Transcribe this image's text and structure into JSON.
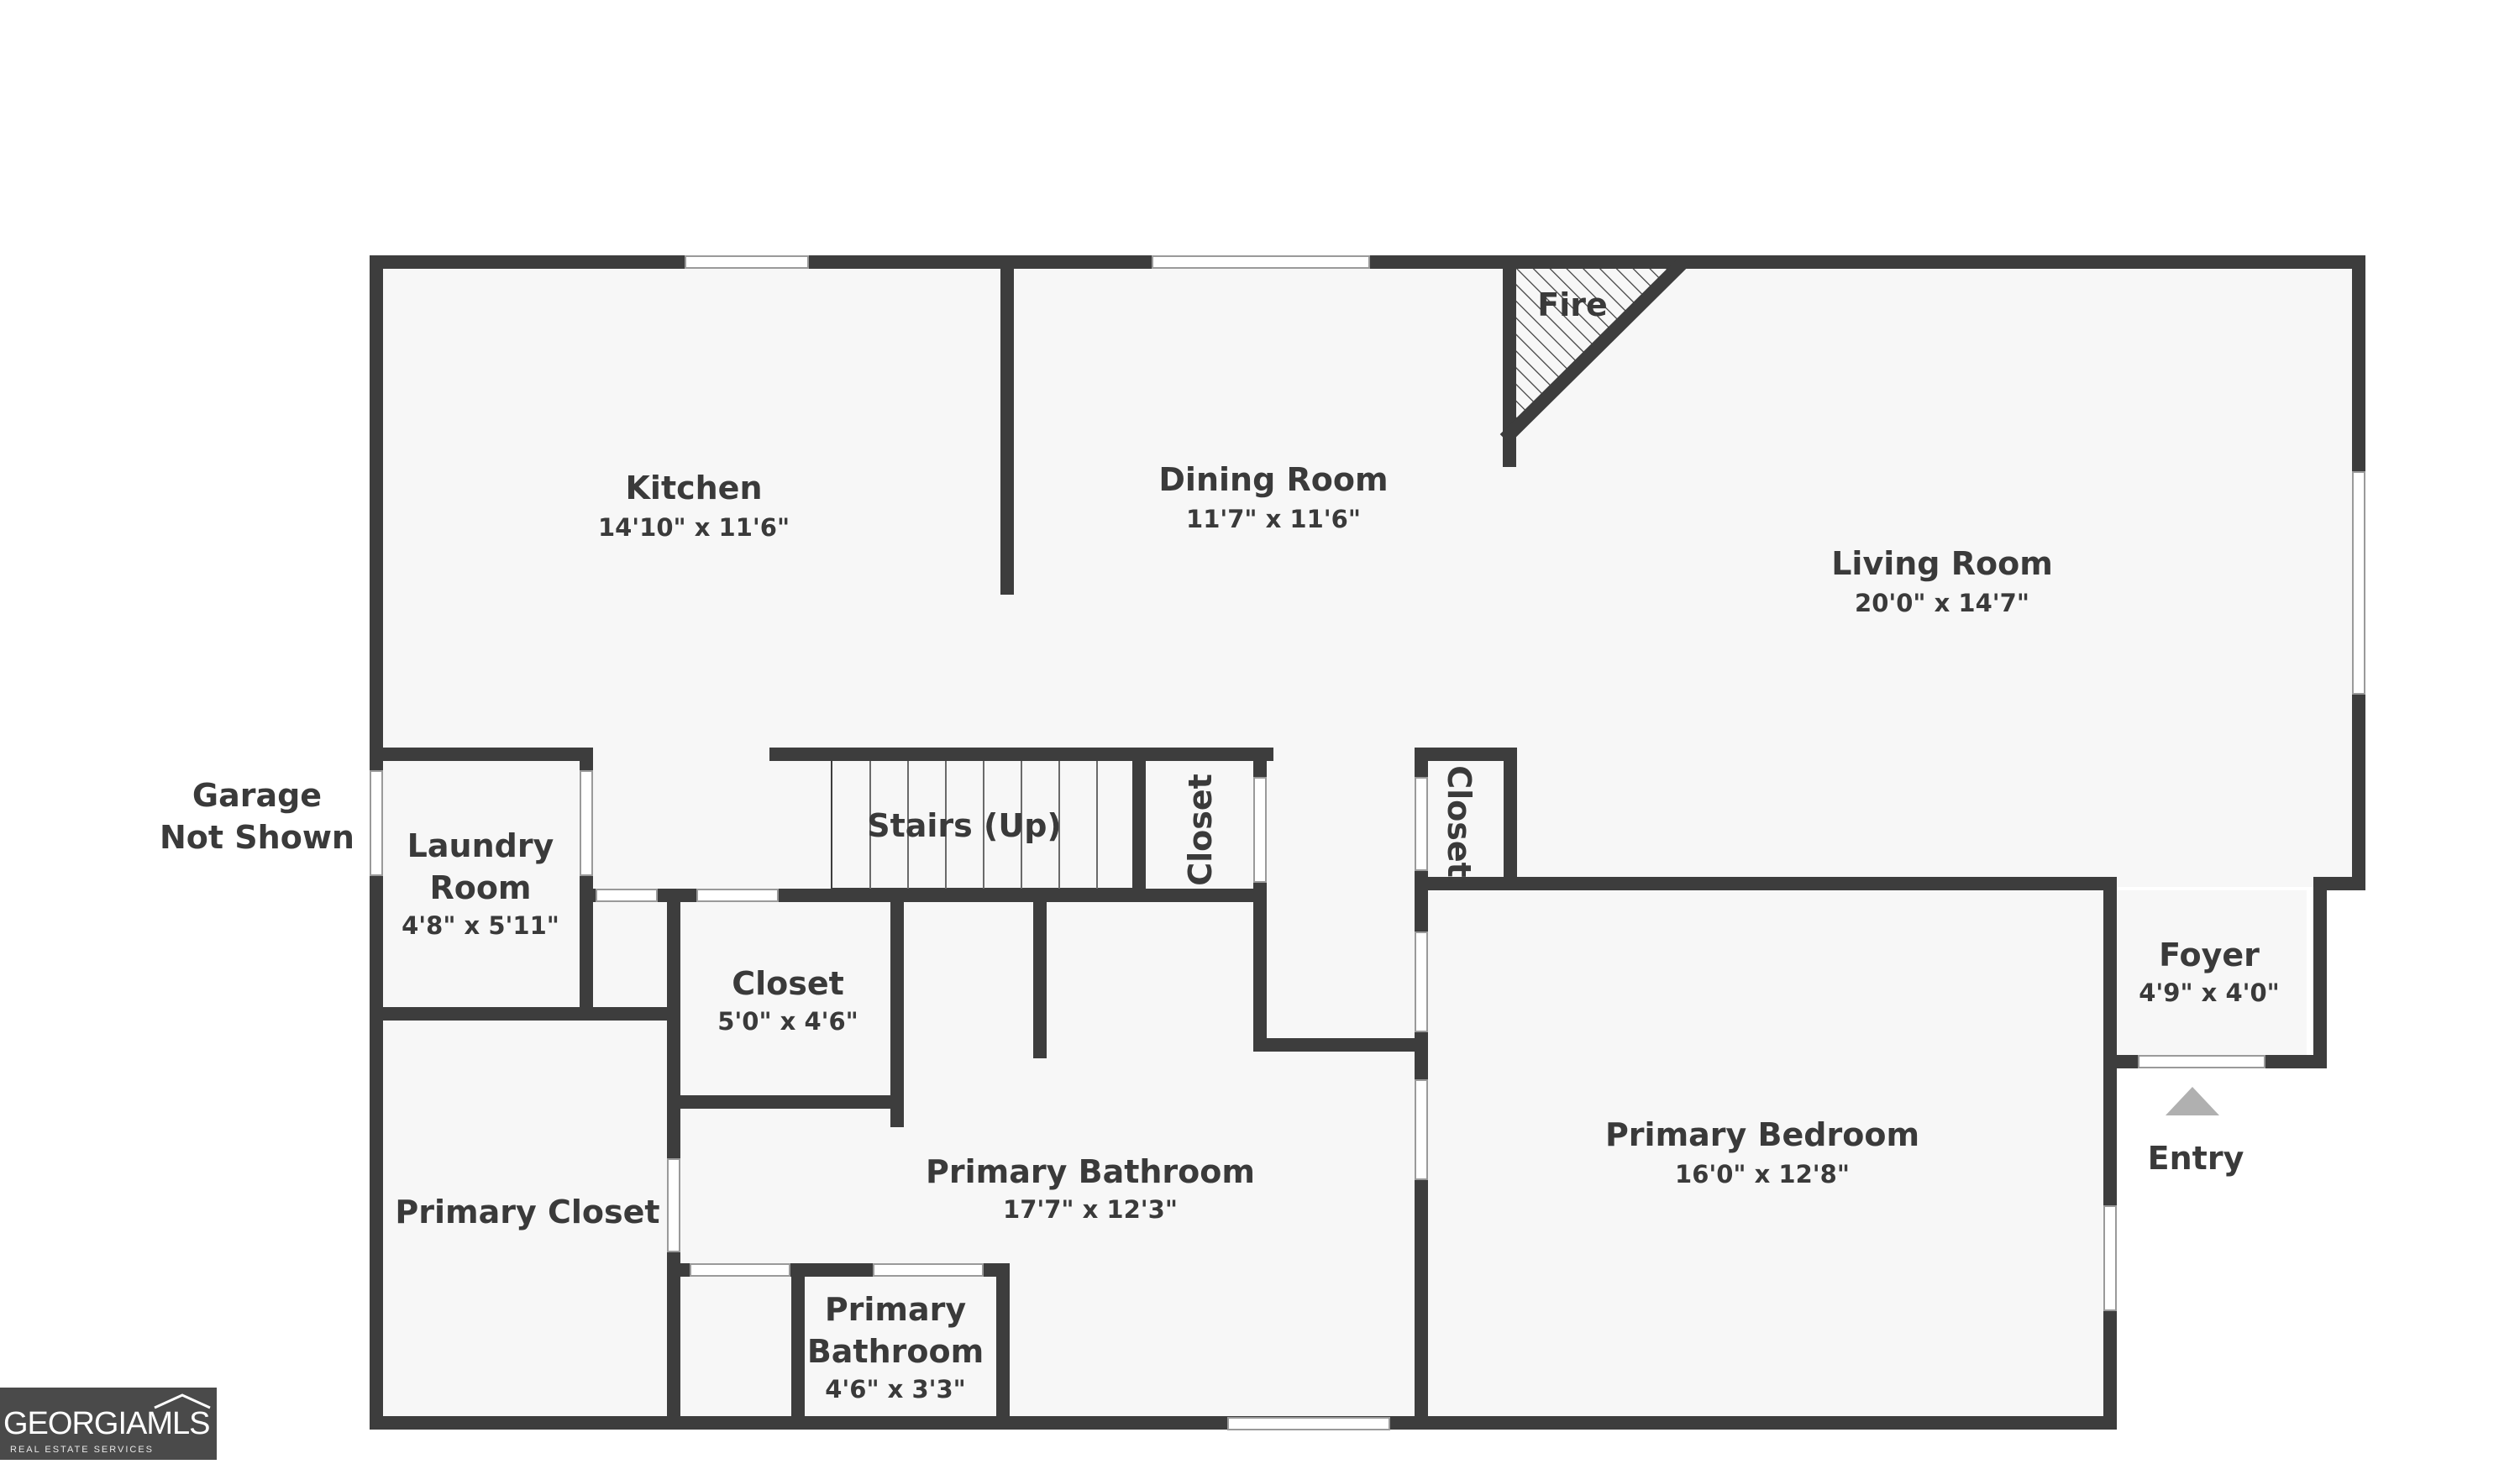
{
  "rooms": {
    "kitchen": {
      "name": "Kitchen",
      "dims": "14'10\" x 11'6\""
    },
    "dining": {
      "name": "Dining Room",
      "dims": "11'7\" x 11'6\""
    },
    "living": {
      "name": "Living Room",
      "dims": "20'0\" x 14'7\""
    },
    "laundry": {
      "name1": "Laundry",
      "name2": "Room",
      "dims": "4'8\" x 5'11\""
    },
    "closet_hall": {
      "name": "Closet",
      "dims": "5'0\" x 4'6\""
    },
    "primary_bath": {
      "name": "Primary Bathroom",
      "dims": "17'7\" x 12'3\""
    },
    "primary_bath_small": {
      "name1": "Primary",
      "name2": "Bathroom",
      "dims": "4'6\" x 3'3\""
    },
    "primary_closet": {
      "name": "Primary Closet"
    },
    "primary_bedroom": {
      "name": "Primary Bedroom",
      "dims": "16'0\" x 12'8\""
    },
    "foyer": {
      "name": "Foyer",
      "dims": "4'9\" x 4'0\""
    }
  },
  "labels": {
    "stairs": "Stairs (Up)",
    "closet_stairs": "Closet",
    "closet_living": "Closet",
    "fire": "Fire",
    "garage1": "Garage",
    "garage2": "Not Shown",
    "entry": "Entry"
  },
  "logo": {
    "brand": "GEORGIAMLS",
    "sub": "REAL ESTATE SERVICES"
  },
  "colors": {
    "wall": "#3d3d3d",
    "floor": "#f7f7f7",
    "text": "#3a3a3a",
    "logo_bg": "#4a4a4a"
  }
}
